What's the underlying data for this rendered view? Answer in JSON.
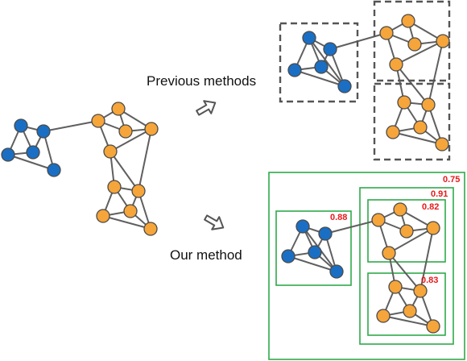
{
  "labels": {
    "previous": "Previous methods",
    "ours": "Our method"
  },
  "scores": {
    "outer": "0.75",
    "right_group": "0.91",
    "left_cluster": "0.88",
    "upper_right": "0.82",
    "lower_right": "0.83"
  },
  "colors": {
    "blue_node": "#1a6fc4",
    "orange_node": "#f5a53a",
    "box_green": "#2eaa4a",
    "score_red": "#e8191c"
  }
}
